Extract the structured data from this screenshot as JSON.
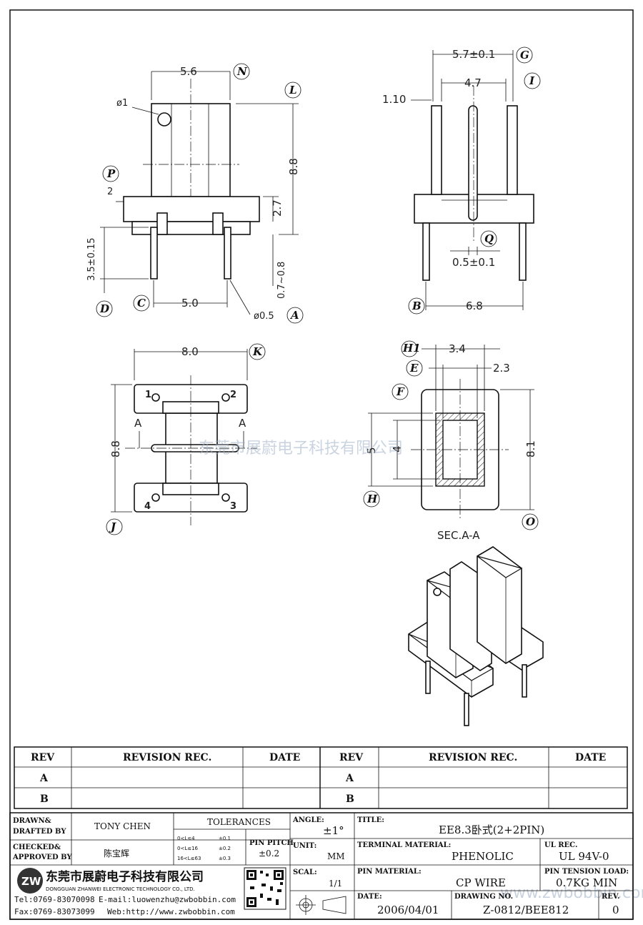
{
  "watermark": "东莞市展蔚电子科技有限公司",
  "watermark_url": "www.zwbobbin.com",
  "views": {
    "front": {
      "dims": {
        "top_width": "5.6",
        "hole": "ø1",
        "total_height": "8.8",
        "flange": "2.7",
        "pin_len": "3.5±0.15",
        "step": "2",
        "stub": "0.7~0.8",
        "pin_pitch": "5.0",
        "pin_dia": "ø0.5"
      },
      "labels": {
        "N": "N",
        "L": "L",
        "P": "P",
        "C": "C",
        "D": "D",
        "A": "A"
      }
    },
    "side": {
      "dims": {
        "outer": "5.7±0.1",
        "inner": "4.7",
        "flange_t": "1.10",
        "mid_t": "0.5±0.1",
        "base": "6.8"
      },
      "labels": {
        "G": "G",
        "I": "I",
        "Q": "Q",
        "B": "B"
      }
    },
    "top": {
      "dims": {
        "width": "8.0",
        "height": "8.8"
      },
      "pin_numbers": [
        "1",
        "2",
        "3",
        "4"
      ],
      "section_marks": [
        "A",
        "A"
      ],
      "labels": {
        "K": "K",
        "J": "J"
      }
    },
    "section": {
      "title": "SEC.A-A",
      "dims": {
        "w_outer": "3.4",
        "w_inner": "2.3",
        "h_outer": "5",
        "h_inner": "4",
        "total_h": "8.1"
      },
      "labels": {
        "H1": "H1",
        "E": "E",
        "F": "F",
        "H": "H",
        "O": "O"
      }
    }
  },
  "revision_table": {
    "headers": [
      "REV",
      "REVISION REC.",
      "DATE",
      "REV",
      "REVISION REC.",
      "DATE"
    ],
    "rows": [
      {
        "rev_left": "A",
        "rev_right": "A"
      },
      {
        "rev_left": "B",
        "rev_right": "B"
      }
    ]
  },
  "title_block": {
    "drawn_label": "DRAWN&\nDRAFTED BY",
    "drawn_label_1": "DRAWN&",
    "drawn_label_2": "DRAFTED BY",
    "drawn_value": "TONY CHEN",
    "checked_label_1": "CHECKED&",
    "checked_label_2": "APPROVED BY",
    "checked_value": "陈宝辉",
    "tolerances_label": "TOLERANCES",
    "tolerance_rows": [
      {
        "range": "0<L≤4",
        "tol": "±0.1"
      },
      {
        "range": "0<L≤16",
        "tol": "±0.2"
      },
      {
        "range": "16<L≤63",
        "tol": "±0.3"
      }
    ],
    "pin_pitch_label": "PIN PITCH",
    "pin_pitch_value": "±0.2",
    "angle_label": "ANGLE:",
    "angle_value": "±1°",
    "unit_label": "UNIT:",
    "unit_value": "MM",
    "scale_label": "SCAL:",
    "scale_value": "1/1",
    "title_label": "TITLE:",
    "title_value": "EE8.3卧式(2+2PIN)",
    "terminal_label": "TERMINAL MATERIAL:",
    "terminal_value": "PHENOLIC",
    "ul_label": "UL REC.",
    "ul_value": "UL 94V-0",
    "pin_material_label": "PIN MATERIAL:",
    "pin_material_value": "CP WIRE",
    "tension_label": "PIN TENSION LOAD:",
    "tension_value": "0.7KG MIN",
    "date_label": "DATE:",
    "date_value": "2006/04/01",
    "drawing_label": "DRAWING NO.",
    "drawing_value": "Z-0812/BEE812",
    "rev_label": "REV.",
    "rev_value": "0",
    "company_cn": "东莞市展蔚电子科技有限公司",
    "company_en": "DONGGUAN ZHANWEI ELECTRONIC TECHNOLOGY CO., LTD.",
    "tel": "Tel:0769-83070098",
    "email": "E-mail:luowenzhu@zwbobbin.com",
    "fax": "Fax:0769-83073099",
    "web": "Web:http://www.zwbobbin.com",
    "logo_letters": "ZW"
  }
}
